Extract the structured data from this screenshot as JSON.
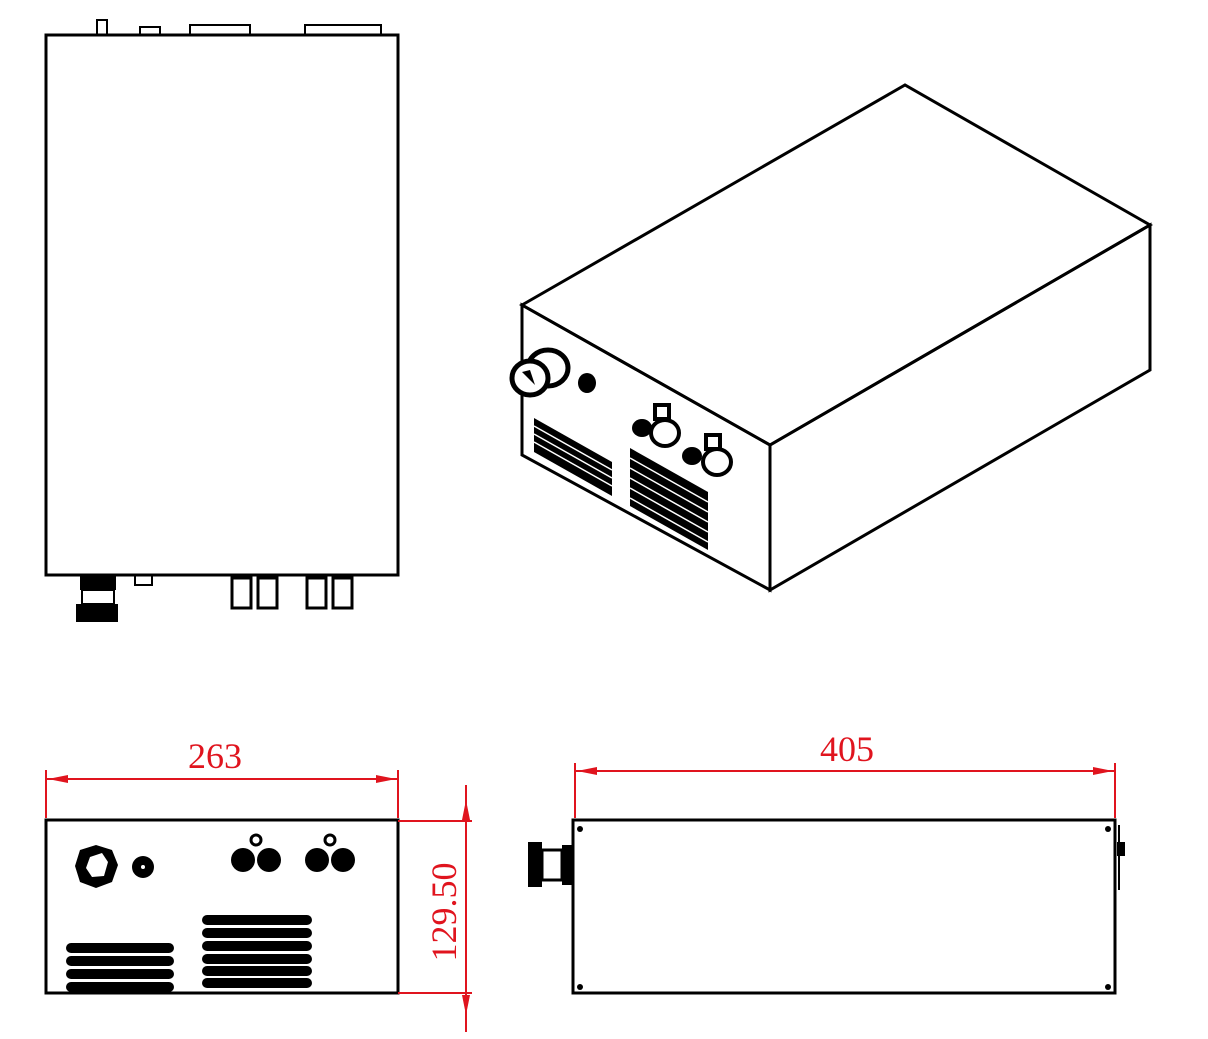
{
  "drawing": {
    "dimensions": {
      "front_width": "263",
      "side_length": "405",
      "height": "129.50"
    },
    "colors": {
      "line": "#000000",
      "dimension": "#e0141e"
    }
  }
}
